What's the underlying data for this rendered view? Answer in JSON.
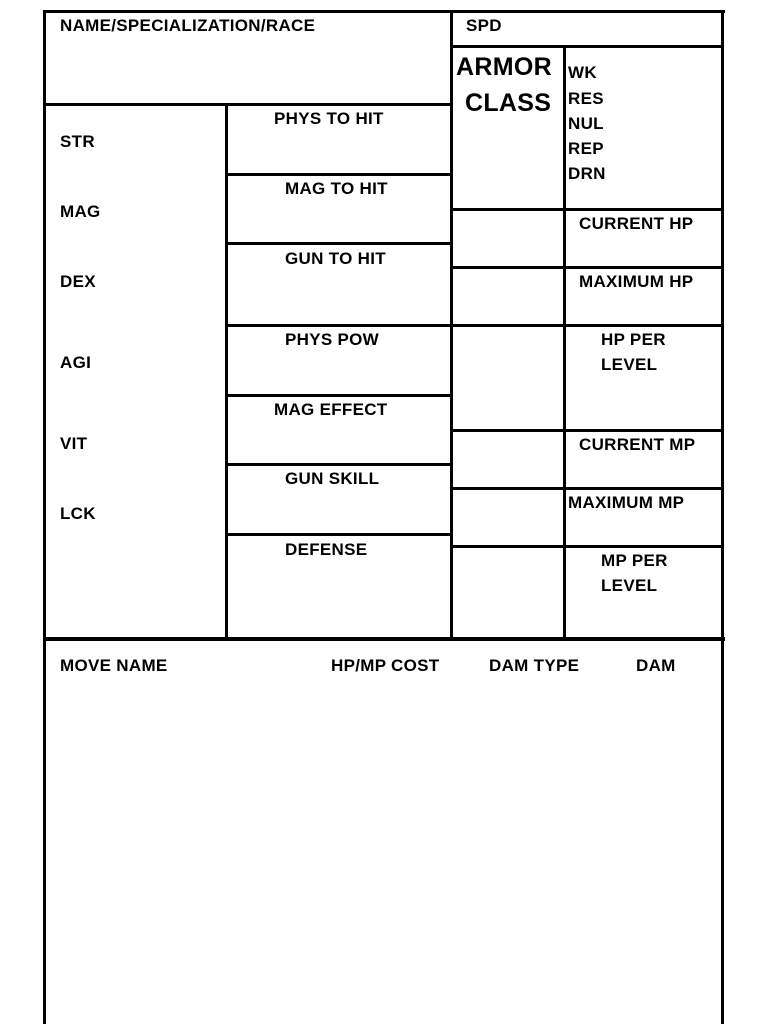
{
  "header": {
    "name_label": "NAME/SPECIALIZATION/RACE",
    "spd_label": "SPD"
  },
  "armor": {
    "line1": "ARMOR",
    "line2": "CLASS",
    "affinities": [
      "WK",
      "RES",
      "NUL",
      "REP",
      "DRN"
    ]
  },
  "stats": [
    "STR",
    "MAG",
    "DEX",
    "AGI",
    "VIT",
    "LCK"
  ],
  "derived": [
    "PHYS TO HIT",
    "MAG TO HIT",
    "GUN TO HIT",
    "PHYS POW",
    "MAG EFFECT",
    "GUN SKILL",
    "DEFENSE"
  ],
  "resources": {
    "current_hp": "CURRENT HP",
    "maximum_hp": "MAXIMUM HP",
    "hp_per_level_1": "HP PER",
    "hp_per_level_2": "LEVEL",
    "current_mp": "CURRENT MP",
    "maximum_mp": "MAXIMUM MP",
    "mp_per_level_1": "MP PER",
    "mp_per_level_2": "LEVEL"
  },
  "moves": {
    "columns": [
      "MOVE NAME",
      "HP/MP COST",
      "DAM TYPE",
      "DAM"
    ]
  }
}
